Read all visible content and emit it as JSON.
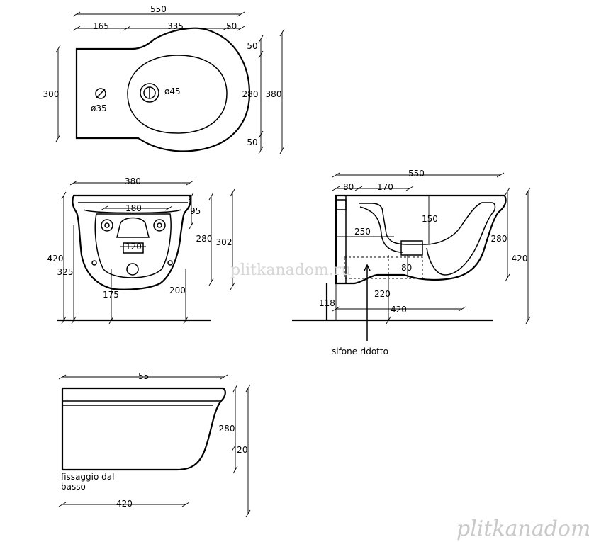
{
  "top_view": {
    "dim_total": "550",
    "dim_165": "165",
    "dim_335": "335",
    "dim_50": "50",
    "dim_300": "300",
    "dim_50a": "50",
    "dim_280": "280",
    "dim_50b": "50",
    "dim_380": "380",
    "hole_small": "ø35",
    "hole_large": "ø45"
  },
  "front_view": {
    "dim_380": "380",
    "dim_180": "180",
    "dim_95": "95",
    "dim_280": "280",
    "dim_302": "302",
    "dim_120": "120",
    "dim_420": "420",
    "dim_325": "325",
    "dim_175": "175",
    "dim_200": "200"
  },
  "side_view": {
    "dim_550": "550",
    "dim_80": "80",
    "dim_170": "170",
    "dim_150": "150",
    "dim_250": "250",
    "dim_280": "280",
    "dim_420v": "420",
    "dim_80b": "80",
    "dim_220": "220",
    "dim_118": "118",
    "dim_420h": "420",
    "siphon_label": "sifone ridotto"
  },
  "bottom_view": {
    "dim_55": "55",
    "dim_280": "280",
    "dim_420v": "420",
    "dim_420h": "420",
    "note_line1": "fissaggio dal",
    "note_line2": "basso"
  },
  "watermark": "plitkanadom.ru"
}
